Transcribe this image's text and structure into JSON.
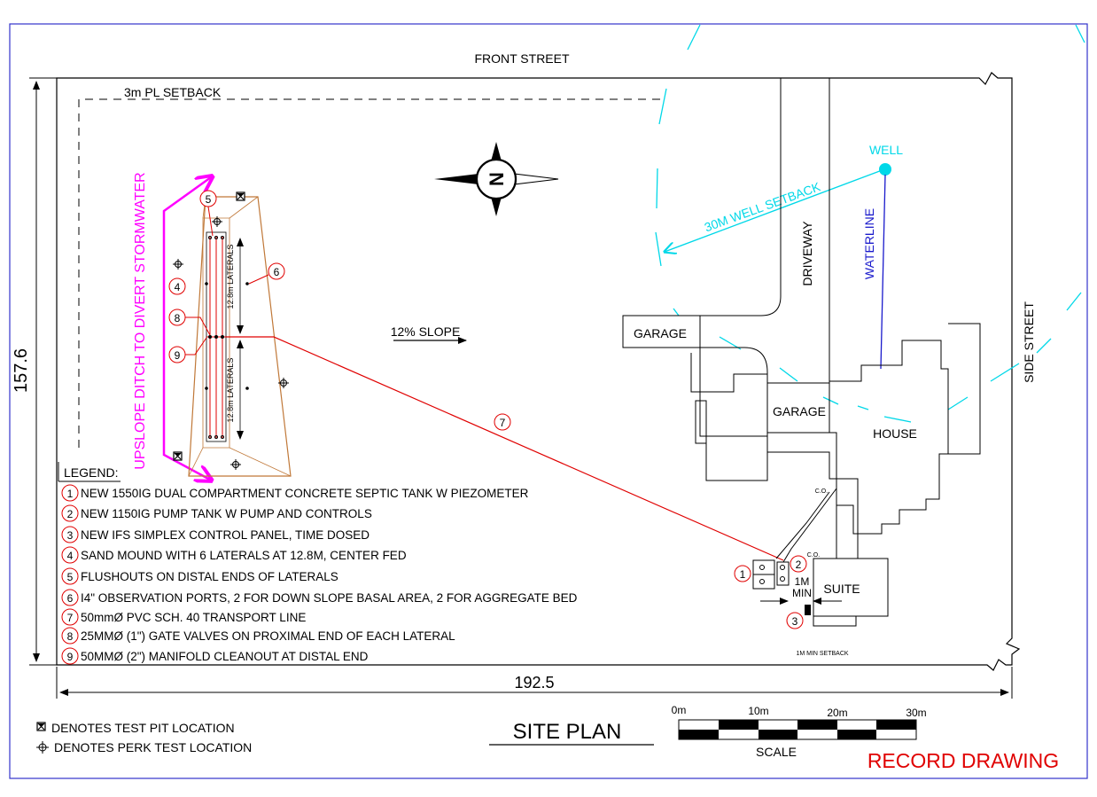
{
  "labels": {
    "front_street": "FRONT STREET",
    "side_street": "SIDE STREET",
    "pl_setback": "3m PL SETBACK",
    "dim_height": "157.6",
    "dim_width": "192.5",
    "north": "N",
    "upslope_ditch": "UPSLOPE DITCH TO DIVERT STORMWATER",
    "laterals_upper": "12.8m LATERALS",
    "laterals_lower": "12.8m LATERALS",
    "slope": "12% SLOPE",
    "well": "WELL",
    "well_setback": "30M WELL SETBACK",
    "waterline": "WATERLINE",
    "driveway": "DRIVEWAY",
    "garage_detached": "GARAGE",
    "garage_attached": "GARAGE",
    "house": "HOUSE",
    "suite": "SUITE",
    "cleanout_1": "C.O.",
    "cleanout_2": "C.O.",
    "min_1m": "1M",
    "min_word": "MIN",
    "min_setback": "1M MIN SETBACK",
    "title": "SITE PLAN",
    "scale": "SCALE",
    "record": "RECORD DRAWING"
  },
  "markers": {
    "m1": "1",
    "m2": "2",
    "m3": "3",
    "m4": "4",
    "m5": "5",
    "m6": "6",
    "m7": "7",
    "m8": "8",
    "m9": "9"
  },
  "legend": {
    "title": "LEGEND:",
    "items": [
      {
        "num": "1",
        "text": "NEW 1550IG DUAL COMPARTMENT CONCRETE SEPTIC TANK W PIEZOMETER"
      },
      {
        "num": "2",
        "text": "NEW 1150IG PUMP TANK W PUMP AND CONTROLS"
      },
      {
        "num": "3",
        "text": "NEW IFS SIMPLEX CONTROL PANEL, TIME DOSED"
      },
      {
        "num": "4",
        "text": "SAND MOUND WITH 6 LATERALS AT 12.8M, CENTER FED"
      },
      {
        "num": "5",
        "text": "FLUSHOUTS ON DISTAL ENDS OF LATERALS"
      },
      {
        "num": "6",
        "text": "I4\" OBSERVATION PORTS, 2 FOR DOWN SLOPE  BASAL AREA, 2 FOR AGGREGATE BED"
      },
      {
        "num": "7",
        "text": "50mmØ PVC SCH. 40 TRANSPORT LINE"
      },
      {
        "num": "8",
        "text": "25MMØ (1\") GATE VALVES ON PROXIMAL END OF EACH LATERAL"
      },
      {
        "num": "9",
        "text": "50MMØ (2\") MANIFOLD CLEANOUT AT DISTAL END"
      }
    ]
  },
  "key": {
    "test_pit": "DENOTES TEST PIT LOCATION",
    "perk_test": "DENOTES PERK TEST LOCATION"
  },
  "scale_bar": {
    "ticks": [
      "0m",
      "10m",
      "20m",
      "30m"
    ]
  },
  "colors": {
    "ink": "#000000",
    "transport_line": "#e00000",
    "ditch": "#ff00ff",
    "well": "#00d8e8",
    "waterline": "#1a1acc",
    "mound": "#c07838",
    "record": "#e00000",
    "frame": "#3333cc"
  }
}
